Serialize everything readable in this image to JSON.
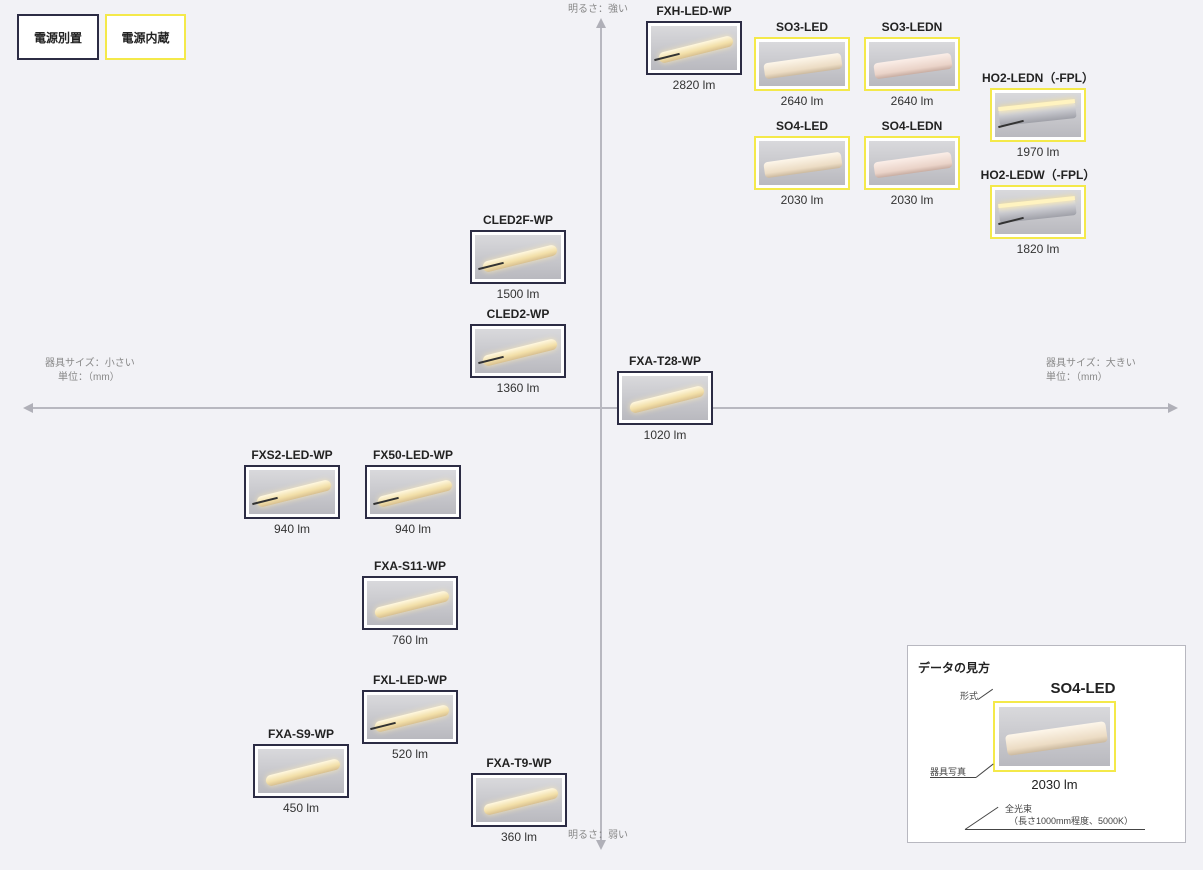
{
  "legend": {
    "external_power": "電源別置",
    "internal_power": "電源内蔵",
    "colors": {
      "external_power": "#2c2c44",
      "internal_power": "#f4e94a"
    }
  },
  "axes": {
    "top": "明るさ：強い",
    "bottom": "明るさ：弱い",
    "left_line1": "器具サイズ：小さい",
    "left_line2": "単位：（mm）",
    "right_line1": "器具サイズ：大きい",
    "right_line2": "単位：（mm）"
  },
  "products": [
    {
      "name": "FXH-LED-WP",
      "lumens": "2820 lm",
      "power": "external",
      "photo": "strip-cable"
    },
    {
      "name": "SO3-LED",
      "lumens": "2640 lm",
      "power": "internal",
      "photo": "bar"
    },
    {
      "name": "SO3-LEDN",
      "lumens": "2640 lm",
      "power": "internal",
      "photo": "bar-pink"
    },
    {
      "name": "HO2-LEDN（-FPL）",
      "lumens": "1970 lm",
      "power": "internal",
      "photo": "housing"
    },
    {
      "name": "SO4-LED",
      "lumens": "2030 lm",
      "power": "internal",
      "photo": "bar"
    },
    {
      "name": "SO4-LEDN",
      "lumens": "2030 lm",
      "power": "internal",
      "photo": "bar-pink"
    },
    {
      "name": "HO2-LEDW（-FPL）",
      "lumens": "1820 lm",
      "power": "internal",
      "photo": "housing"
    },
    {
      "name": "CLED2F-WP",
      "lumens": "1500 lm",
      "power": "external",
      "photo": "strip-cable"
    },
    {
      "name": "CLED2-WP",
      "lumens": "1360 lm",
      "power": "external",
      "photo": "strip-cable"
    },
    {
      "name": "FXA-T28-WP",
      "lumens": "1020 lm",
      "power": "external",
      "photo": "strip"
    },
    {
      "name": "FXS2-LED-WP",
      "lumens": "940 lm",
      "power": "external",
      "photo": "strip-cable"
    },
    {
      "name": "FX50-LED-WP",
      "lumens": "940 lm",
      "power": "external",
      "photo": "strip-cable"
    },
    {
      "name": "FXA-S11-WP",
      "lumens": "760 lm",
      "power": "external",
      "photo": "strip"
    },
    {
      "name": "FXL-LED-WP",
      "lumens": "520 lm",
      "power": "external",
      "photo": "strip-cable"
    },
    {
      "name": "FXA-S9-WP",
      "lumens": "450 lm",
      "power": "external",
      "photo": "strip"
    },
    {
      "name": "FXA-T9-WP",
      "lumens": "360 lm",
      "power": "external",
      "photo": "strip"
    }
  ],
  "guide": {
    "title": "データの見方",
    "sample_name": "SO4-LED",
    "sample_lumens": "2030 lm",
    "label_model": "形式",
    "label_photo": "器具写真",
    "label_flux": "全光束",
    "label_flux_note": "（長さ1000mm程度、5000K）"
  }
}
